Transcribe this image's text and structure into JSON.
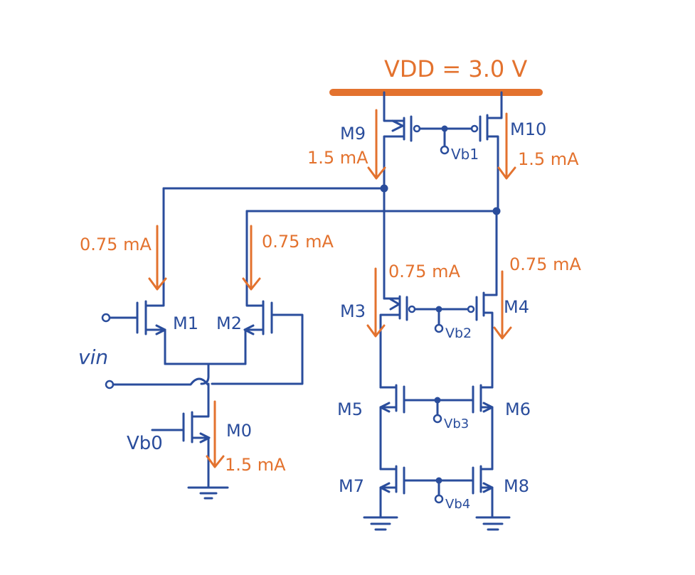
{
  "supply": {
    "label": "VDD = 3.0 V"
  },
  "transistors": {
    "m0": "M0",
    "m1": "M1",
    "m2": "M2",
    "m3": "M3",
    "m4": "M4",
    "m5": "M5",
    "m6": "M6",
    "m7": "M7",
    "m8": "M8",
    "m9": "M9",
    "m10": "M10"
  },
  "bias": {
    "vb0": "Vb0",
    "vb1": "Vb1",
    "vb2": "Vb2",
    "vb3": "Vb3",
    "vb4": "Vb4"
  },
  "input": {
    "label": "vin"
  },
  "currents": {
    "m9": "1.5 mA",
    "m10": "1.5 mA",
    "m1": "0.75 mA",
    "m2": "0.75 mA",
    "m3": "0.75 mA",
    "m4": "0.75 mA",
    "m0": "1.5 mA"
  },
  "colors": {
    "wire": "#2a4d9c",
    "annotation": "#e3722e"
  }
}
